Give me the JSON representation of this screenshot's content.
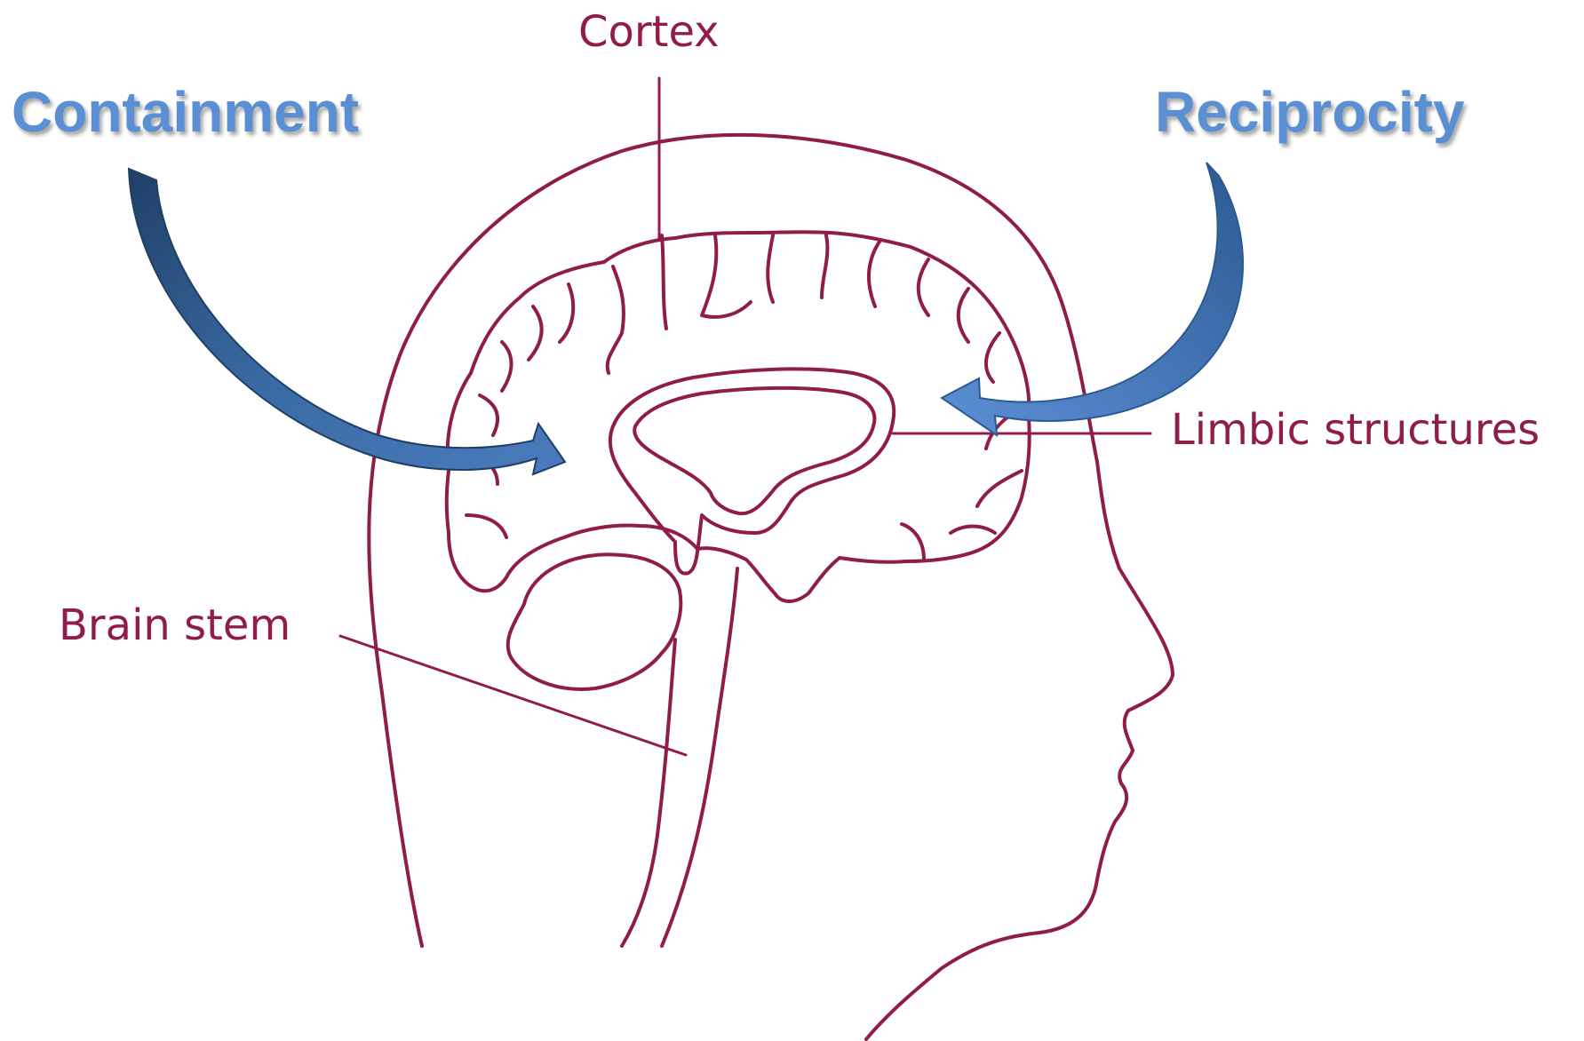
{
  "labels": {
    "cortex": "Cortex",
    "limbic_structures": "Limbic structures",
    "brain_stem": "Brain stem",
    "containment": "Containment",
    "reciprocity": "Reciprocity"
  },
  "colors": {
    "outline": "#8f1c4b",
    "concept_text": "#5b8fd4",
    "arrow_left": "#2f5c8f",
    "arrow_right": "#4a7bbd"
  }
}
